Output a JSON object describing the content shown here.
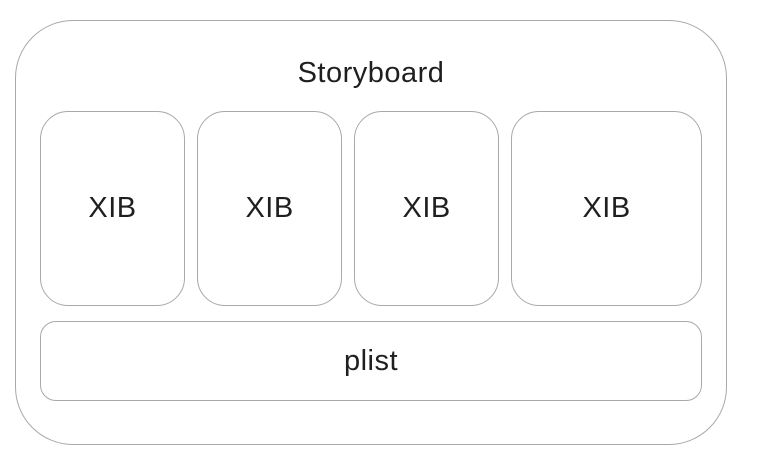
{
  "diagram": {
    "title": "Storyboard",
    "xib_boxes": [
      {
        "label": "XIB"
      },
      {
        "label": "XIB"
      },
      {
        "label": "XIB"
      },
      {
        "label": "XIB"
      }
    ],
    "plist": {
      "label": "plist"
    },
    "colors": {
      "border": "#a9a9a9",
      "text": "#1f1f1f",
      "background": "#ffffff"
    }
  }
}
